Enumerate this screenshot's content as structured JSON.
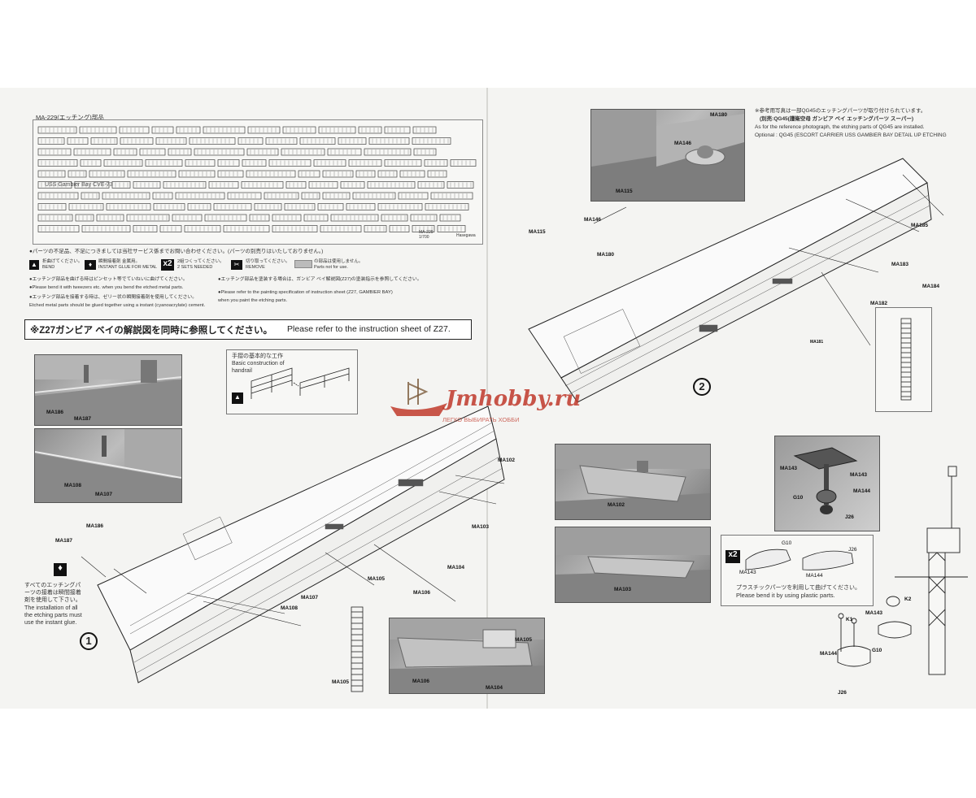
{
  "fret": {
    "header": "MA-229(エッチング)部品",
    "name_plate": "USS Gambier Bay  CVE-73",
    "corner_a": "MA-229",
    "corner_b": "1/700",
    "corner_c": "Hasegawa"
  },
  "notes": {
    "missing": "●パーツの不足品、不足につきましては当社サービス係までお問い合わせください。(パーツの別売りはいたしておりません。)",
    "bend_jp": "折曲げてください。",
    "bend_en": "BEND",
    "glue_jp": "瞬間接着剤 金属用。",
    "glue_en": "INSTANT GLUE FOR METAL",
    "sets_jp": "2組つくってください。",
    "sets_en": "2 SETS NEEDED",
    "sets_badge": "x2",
    "remove_jp": "切り取ってください。",
    "remove_en": "REMOVE",
    "notused_jp": "の部品は使用しません。",
    "notused_en": "Parts not for use.",
    "tweezer_jp": "●エッチング部品を曲げる時はピンセット等でていねいに曲げてください。",
    "tweezer_en": "●Please bend it with tweezers etc. when you bend the etched metal parts.",
    "glue2_jp": "●エッチング部品を接着する時は、ゼリー状の瞬間接着剤を使用してください。",
    "glue2_en": "Etched metal parts should be glued together using a instant (cyanoacrylate) cement.",
    "paint_jp": "●エッチング部品を塗装する場合は、ガンビア ベイ解説図(Z27)の塗装指示を参照してください。",
    "paint_en1": "●Please refer to the painting specification of instruction sheet (Z27, GAMBIER BAY)",
    "paint_en2": "when you paint the etching parts."
  },
  "banner": {
    "jp_prefix": "※",
    "code": "Z27",
    "jp": "ガンビア ベイの解説図を同時に参照してください。",
    "en": "Please refer to the instruction sheet of Z27."
  },
  "handrail": {
    "jp": "手摺の基本的な工作",
    "en1": "Basic construction of",
    "en2": "handrail"
  },
  "glue_note": {
    "jp1": "すべてのエッチングパ",
    "jp2": "ーツの接着は瞬間接着",
    "jp3": "剤を使用して下さい。",
    "en1": "The installation of all",
    "en2": "the etching parts must",
    "en3": "use the instant glue."
  },
  "reference": {
    "jp1": "※参考用写真は一部QG45のエッチングパーツが取り付けられています。",
    "jp2": "(別売:QG45(護衛空母 ガンビア ベイ エッチングパーツ スーパー)",
    "en1": "As for the reference photograph, the etching parts of QG45 are installed.",
    "en2": "Optional : QG45 (ESCORT CARRIER USS GAMBIER BAY DETAIL UP ETCHING"
  },
  "plastic_note": {
    "badge": "x2",
    "jp": "プラスチックパーツを利用して曲げてください。",
    "en": "Please bend it by using plastic parts."
  },
  "steps": {
    "one": "1",
    "two": "2"
  },
  "watermark": {
    "brand": "Jmhobby.ru",
    "tagline": "ЛЕГКО ВЫБИРАТЬ ХОББИ"
  },
  "labels": {
    "ma186": "MA186",
    "ma187": "MA187",
    "ma108": "MA108",
    "ma107": "MA107",
    "ma102": "MA102",
    "ma103": "MA103",
    "ma104": "MA104",
    "ma105": "MA105",
    "ma106": "MA106",
    "ma180": "MA180",
    "ma146": "MA146",
    "ma115": "MA115",
    "ma185": "MA185",
    "ma183": "MA183",
    "ma184": "MA184",
    "ma182": "MA182",
    "ma181": "MA181",
    "ma143": "MA143",
    "ma144": "MA144",
    "g10": "G10",
    "j26": "J26",
    "k1": "K1",
    "k2": "K2"
  },
  "colors": {
    "paper": "#f4f4f2",
    "line": "#222222",
    "photo_grey": "#9a9a9a",
    "watermark_red": "#c0392b"
  }
}
